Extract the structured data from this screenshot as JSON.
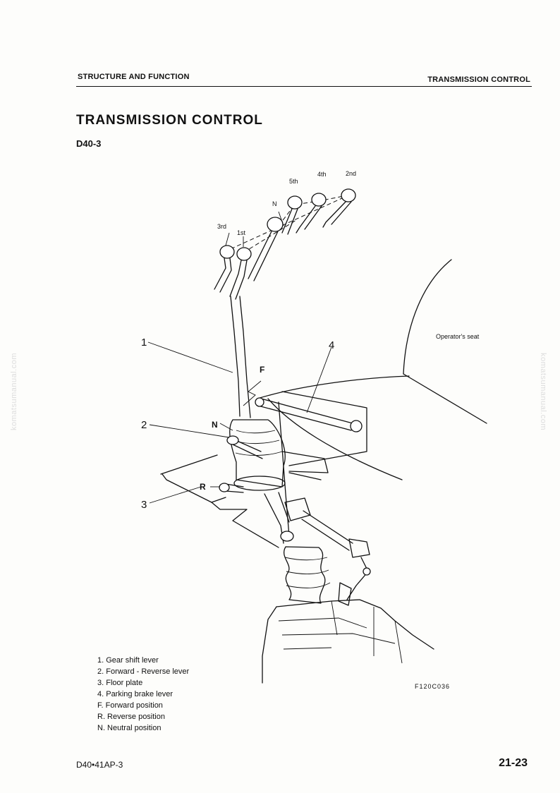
{
  "header": {
    "left": "STRUCTURE AND FUNCTION",
    "right": "TRANSMISSION CONTROL"
  },
  "title": "TRANSMISSION CONTROL",
  "model": "D40-3",
  "watermark": "komatsumanual.com",
  "diagram": {
    "gear_labels": {
      "g5": "5th",
      "g4": "4th",
      "g2": "2nd",
      "n": "N",
      "g3": "3rd",
      "g1": "1st"
    },
    "callouts": {
      "c1": "1",
      "c2": "2",
      "c3": "3",
      "c4": "4",
      "f": "F",
      "n": "N",
      "r": "R"
    },
    "seat_label": "Operator's seat"
  },
  "legend": [
    "1. Gear shift lever",
    "2. Forward - Reverse lever",
    "3. Floor plate",
    "4. Parking brake lever",
    "F. Forward position",
    "R. Reverse position",
    "N. Neutral position"
  ],
  "figure_code": "F120C036",
  "footer": {
    "left": "D40•41AP-3",
    "right": "21-23"
  }
}
